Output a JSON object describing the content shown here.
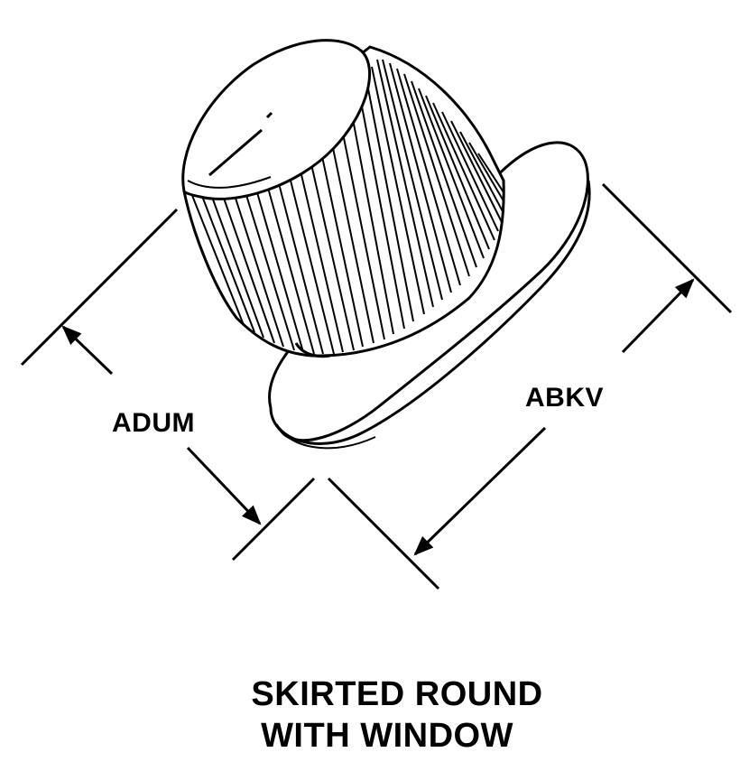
{
  "diagram": {
    "part_shape": "skirted-round-knob-with-window",
    "dimensions": [
      {
        "id": "adum",
        "label": "ADUM"
      },
      {
        "id": "abkv",
        "label": "ABKV"
      }
    ],
    "caption": {
      "line1": "SKIRTED ROUND",
      "line2": "WITH WINDOW"
    },
    "colors": {
      "ink": "#000000",
      "paper": "#ffffff"
    }
  }
}
